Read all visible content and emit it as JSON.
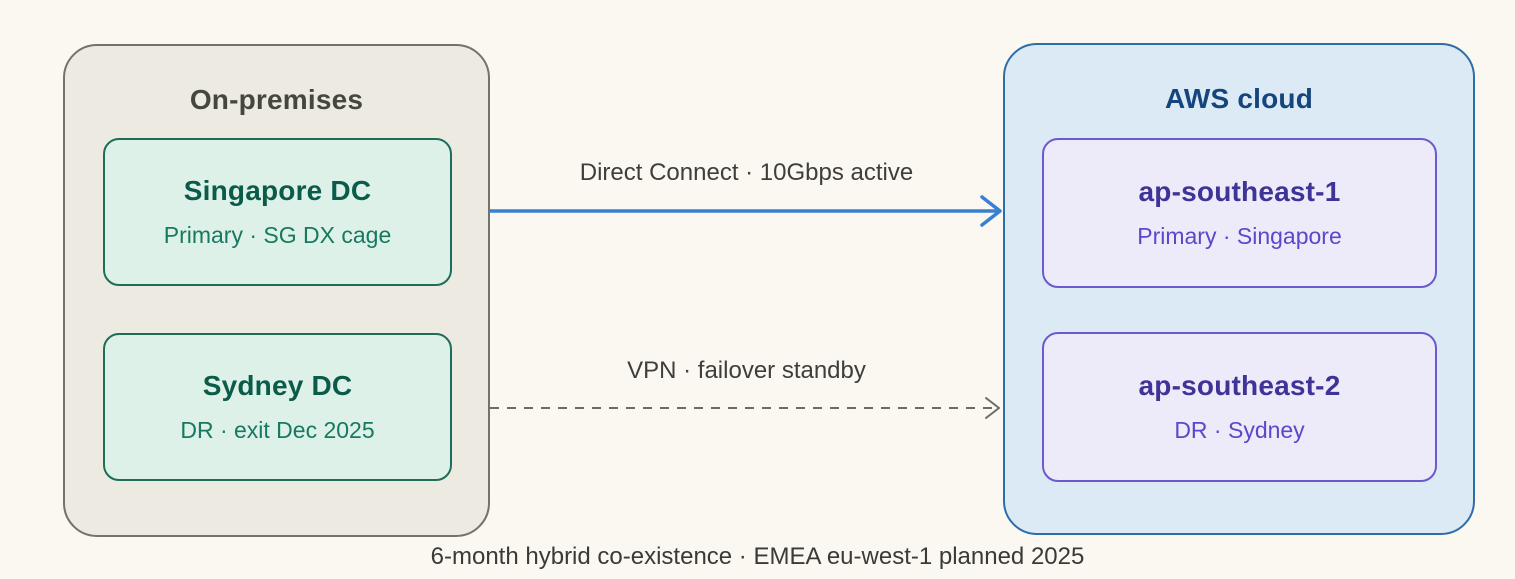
{
  "canvas": {
    "bg": "#faf8f1",
    "caption": "6-month hybrid co-existence · EMEA eu-west-1 planned 2025",
    "caption_color": "#3a3b35"
  },
  "onprem": {
    "title": "On-premises",
    "title_color": "#45463f",
    "fill": "#edeae1",
    "border": "#73736b",
    "node_fill": "#def1e9",
    "node_border": "#1d6e58",
    "node_title_color": "#0b5b4a",
    "node_subtitle_color": "#17795f",
    "nodes": [
      {
        "title": "Singapore DC",
        "subtitle": "Primary · SG DX cage"
      },
      {
        "title": "Sydney DC",
        "subtitle": "DR · exit Dec 2025"
      }
    ]
  },
  "aws": {
    "title": "AWS cloud",
    "title_color": "#14457c",
    "fill": "#dceaf6",
    "border": "#2e6da6",
    "node_fill": "#edeaf9",
    "node_border": "#6b59cf",
    "node_title_color": "#3e3397",
    "node_subtitle_color": "#5948c9",
    "nodes": [
      {
        "title": "ap-southeast-1",
        "subtitle": "Primary · Singapore"
      },
      {
        "title": "ap-southeast-2",
        "subtitle": "DR · Sydney"
      }
    ]
  },
  "connections": [
    {
      "label": "Direct Connect · 10Gbps active",
      "style": "solid",
      "color": "#3a80d2",
      "label_color": "#3e3f39"
    },
    {
      "label": "VPN · failover standby",
      "style": "dashed",
      "color": "#6c6c65",
      "label_color": "#3e3f39"
    }
  ]
}
